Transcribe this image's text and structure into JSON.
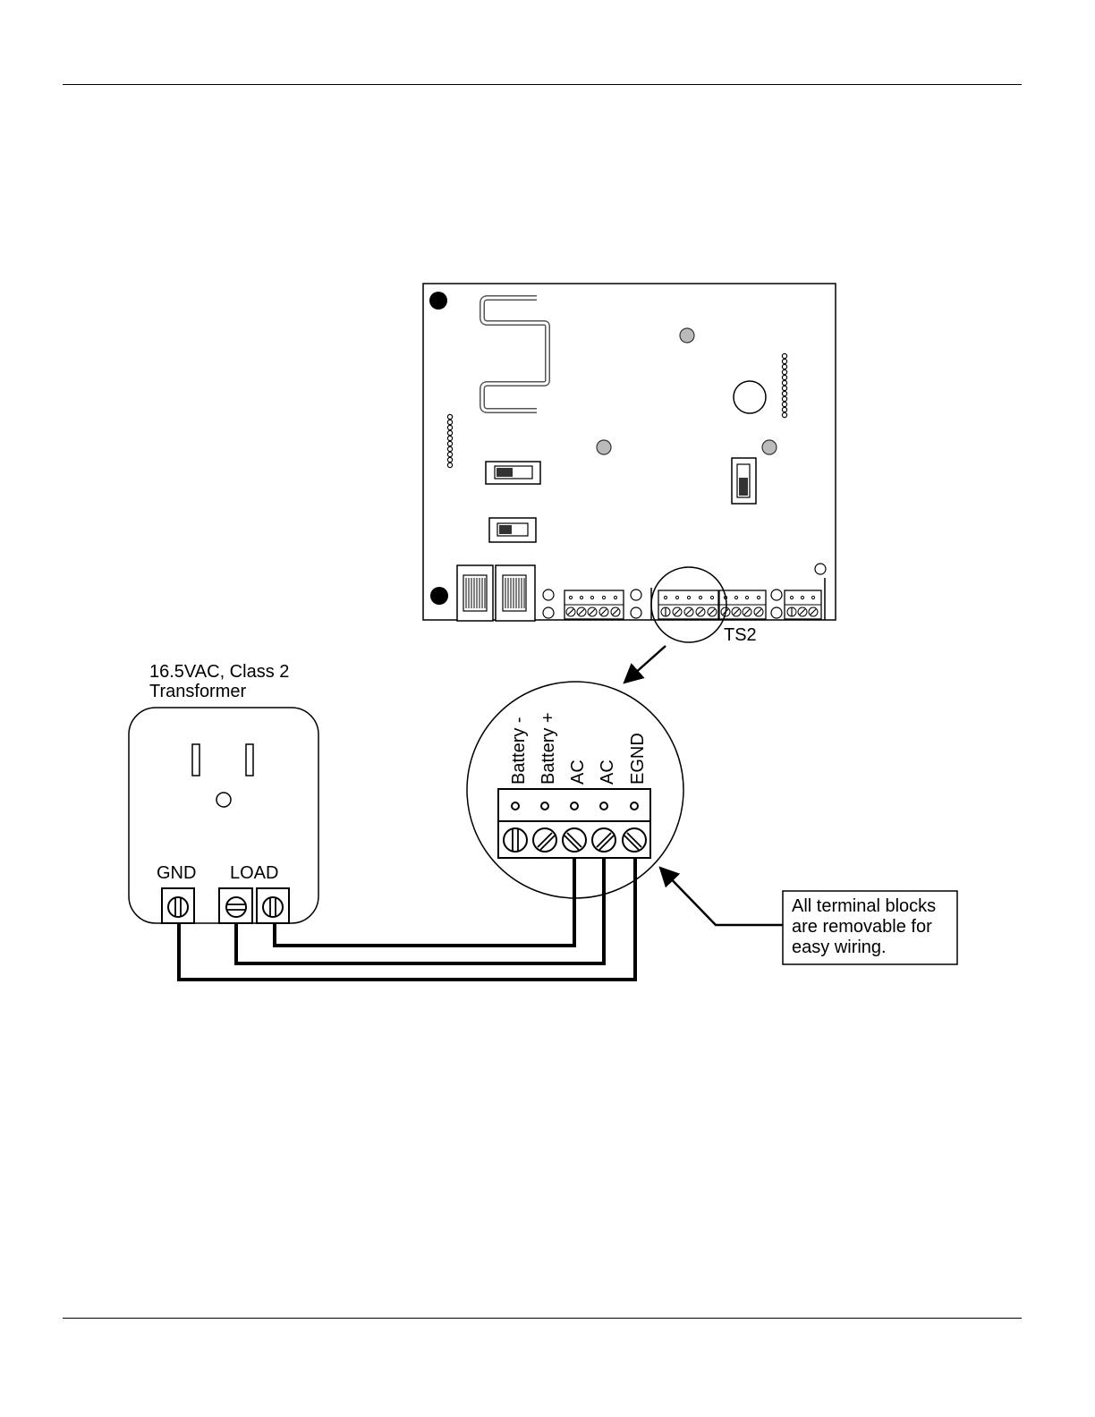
{
  "diagram": {
    "board_callout": "TS2",
    "transformer": {
      "label_line1": "16.5VAC, Class 2",
      "label_line2": "Transformer",
      "gnd_label": "GND",
      "load_label": "LOAD"
    },
    "terminal_labels": [
      "Battery -",
      "Battery +",
      "AC",
      "AC",
      "EGND"
    ],
    "note_lines": [
      "All terminal blocks",
      "are removable for",
      "easy wiring."
    ]
  }
}
